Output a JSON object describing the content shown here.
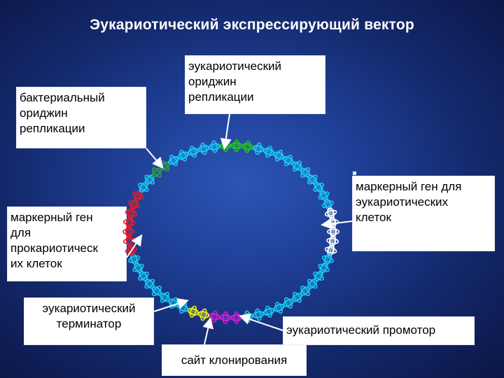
{
  "title": "Эукариотический экспрессирующий вектор",
  "labels": {
    "bacterial_origin": "бактериальный\nориджин\nрепликации",
    "eukaryotic_origin": "эукариотический\nориджин\n репликации",
    "prokaryotic_marker": "маркерный ген\nдля\nпрокариотическ\nих клеток",
    "eukaryotic_marker": "маркерный ген для\nэукариотических\nклеток",
    "eukaryotic_terminator": "эукариотический\n  терминатор",
    "cloning_site": "сайт клонирования",
    "eukaryotic_promoter": "эукариотический промотор"
  },
  "colors": {
    "default_segment": "#19c9f5",
    "eukaryotic_origin": "#22c71a",
    "bacterial_origin": "#2f9c50",
    "prokaryotic_marker": "#df1f2d",
    "eukaryotic_marker": "#ffffff",
    "terminator": "#ecec18",
    "cloning_site": "#cc1fd3",
    "arrow": "#ffffff"
  }
}
